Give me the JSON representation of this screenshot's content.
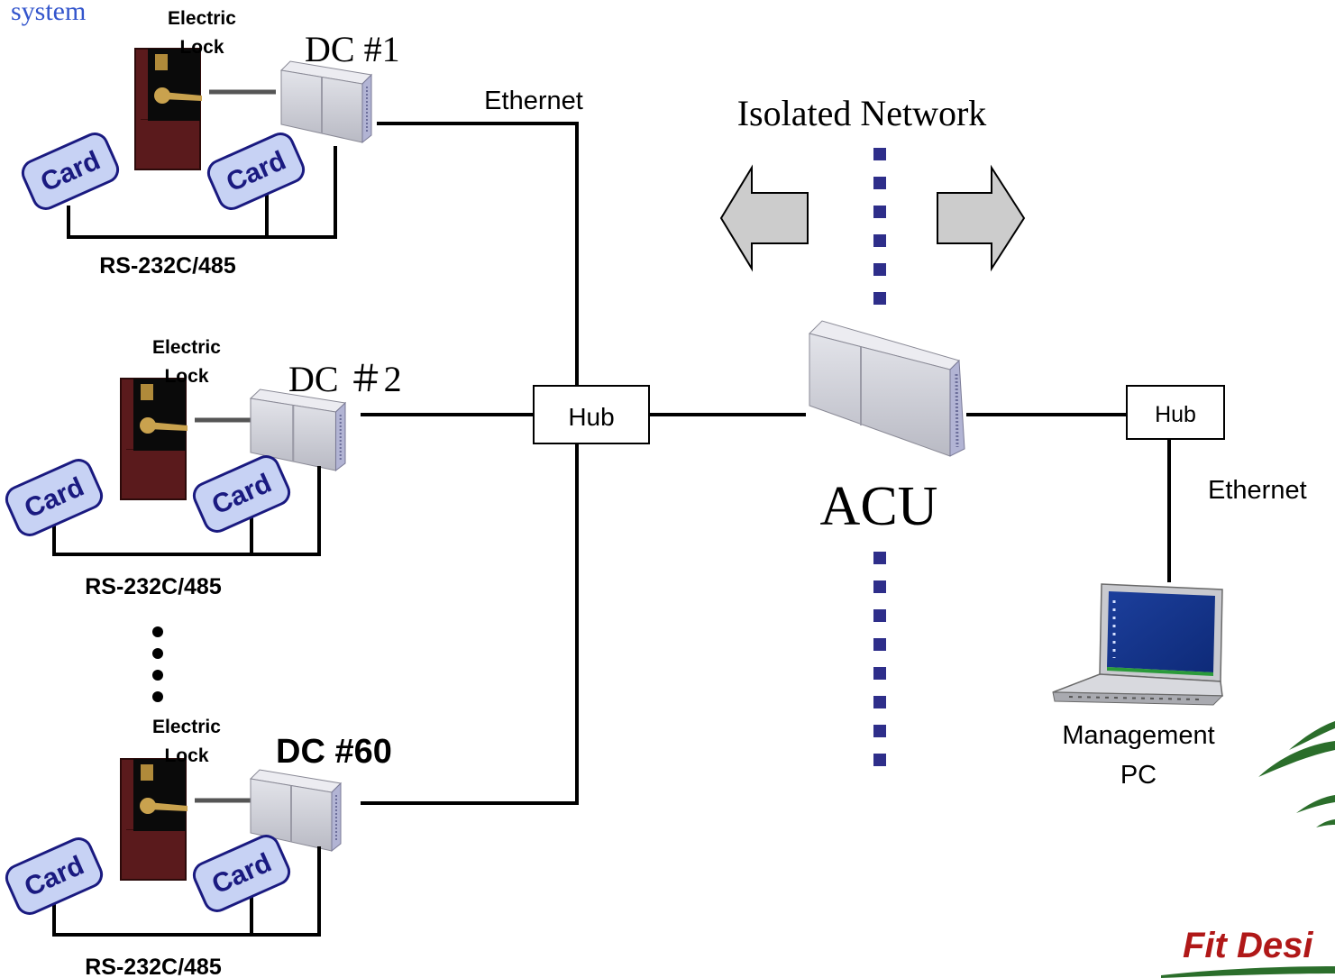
{
  "header_fragment": "system",
  "labels": {
    "ethernet": "Ethernet",
    "isolated_network": "Isolated Network",
    "hub": "Hub",
    "acu": "ACU",
    "management_pc": "Management PC",
    "management_pc_line1": "Management",
    "management_pc_line2": "PC",
    "ethernet_right": "Ethernet",
    "card": "Card",
    "electric_lock_line1": "Electric",
    "electric_lock_line2": "Lock",
    "rs_bus": "RS-232C/485"
  },
  "door_controllers": [
    {
      "label": "DC #1"
    },
    {
      "label": "DC ＃2"
    },
    {
      "label": "DC #60"
    }
  ],
  "ellipsis_dots": 4,
  "logo": {
    "text": "Fit Desi"
  },
  "colors": {
    "header_text": "#3355cc",
    "card_fill": "#c7d2f4",
    "card_border": "#1a1a80",
    "door": "#5a1a1c",
    "device": "#d2d3da",
    "device_side": "#b2b4d4",
    "arrow_fill": "#cccccc",
    "dotted_line": "#2e2e8a",
    "logo_red": "#b01818",
    "logo_green": "#2b6e2b",
    "line": "#000000"
  }
}
